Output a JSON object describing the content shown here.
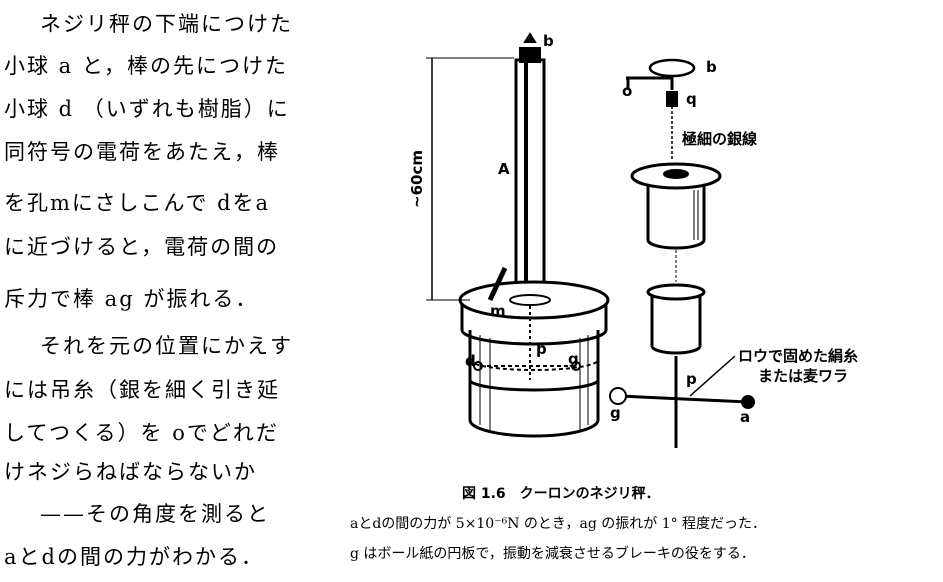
{
  "body_text": [
    "ネジリ秤の下端につけた",
    "小球 a と，棒の先につけた",
    "小球 d （いずれも樹脂）に",
    "同符号の電荷をあたえ，棒",
    "を孔mにさしこんで dをa",
    "に近づけると，電荷の間の",
    "斥力で棒 ag が振れる．",
    "それを元の位置にかえす",
    "には吊糸（銀を細く引き延",
    "してつくる）を oでどれだ",
    "けネジらねばならないか",
    "——その角度を測ると",
    "aとdの間の力がわかる．"
  ],
  "figure": {
    "labels": {
      "b_left": "b",
      "A": "A",
      "height": "~60cm",
      "m": "m",
      "d": "d",
      "p_left": "p",
      "g_left": "g",
      "o": "o",
      "b_right": "b",
      "q": "q",
      "silver_wire": "極細の銀線",
      "silk": "ロウで固めた絹糸",
      "straw": "または麦ワラ",
      "p_right": "p",
      "g_right": "g",
      "a": "a"
    },
    "caption_title": "図 1.6　クーロンのネジリ秤．",
    "caption_line1": "aとdの間の力が 5×10⁻⁶N のとき，ag の振れが 1° 程度だった．",
    "caption_line2": "g はボール紙の円板で，振動を減衰させるブレーキの役をする．"
  }
}
